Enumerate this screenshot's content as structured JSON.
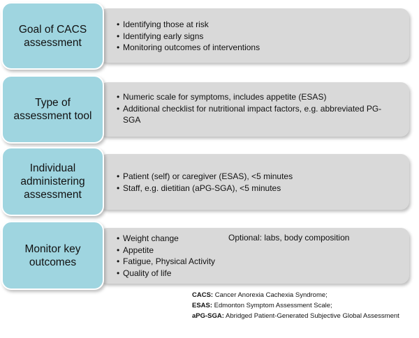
{
  "sections": [
    {
      "title": "Goal of CACS\nassessment",
      "bullets": [
        "Identifying those at risk",
        "Identifying early signs",
        "Monitoring outcomes of interventions"
      ]
    },
    {
      "title": "Type of\nassessment tool",
      "bullets": [
        "Numeric scale for symptoms, includes appetite (ESAS)",
        "Additional checklist for nutritional impact factors, e.g. abbreviated PG-SGA"
      ]
    },
    {
      "title": "Individual\nadministering\nassessment",
      "bullets": [
        "Patient (self) or caregiver (ESAS), <5 minutes",
        "Staff, e.g. dietitian  (aPG-SGA), <5 minutes"
      ]
    },
    {
      "title": "Monitor key\noutcomes",
      "bullets": [
        "Weight change",
        "Appetite",
        "Fatigue, Physical Activity",
        "Quality of life"
      ],
      "optional": "Optional: labs, body composition"
    }
  ],
  "footnotes": [
    {
      "abbr": "CACS:",
      "text": " Cancer Anorexia  Cachexia Syndrome;"
    },
    {
      "abbr": "ESAS:",
      "text": " Edmonton Symptom  Assessment Scale;"
    },
    {
      "abbr": "aPG-SGA:",
      "text": " Abridged Patient-Generated Subjective Global Assessment"
    }
  ]
}
